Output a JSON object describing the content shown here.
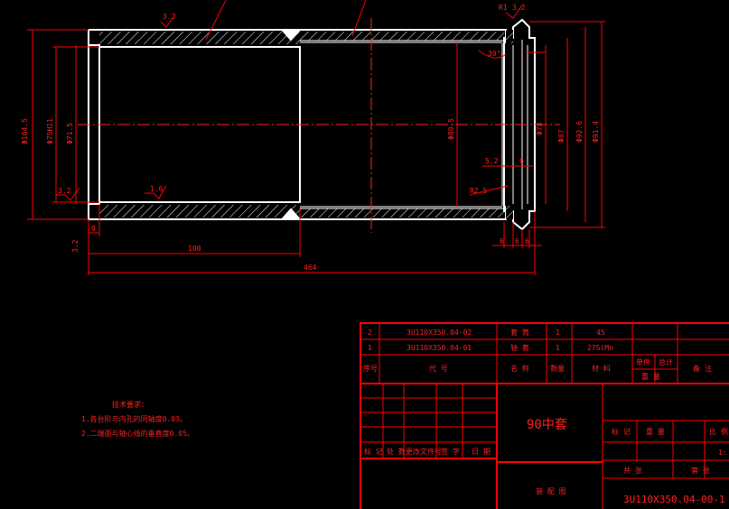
{
  "colors": {
    "background": "#000000",
    "outline": "#ffffff",
    "dimension": "#ff0000"
  },
  "dimensions": {
    "rough_top": "3.2",
    "rough_left": "3.2",
    "rough_bottom": "1.6",
    "rough_ring": "3.2",
    "rough_r1": "R1",
    "chamfer_bevel": "30°",
    "outer_dia": "Φ104.5",
    "bore_dia_1": "Φ75H11",
    "bore_dia_2": "Φ71.5",
    "mid_dia": "Φ89.5",
    "ring_dia_1": "Φ78",
    "ring_dia_2": "Φ87",
    "ring_dia_3": "Φ92.6",
    "ring_dia_4": "Φ91.4",
    "step_small": "5.2",
    "step_6": "6",
    "groove_r": "R2.5",
    "left_9": "9",
    "len_100": "100",
    "total_len": "464",
    "w6_a": "6",
    "w6_b": "6",
    "w6_c": "6"
  },
  "notes": {
    "title": "技术要求：",
    "line1": "1.各台阶与内孔的同轴度0.03。",
    "line2": "2.二端面与轴心线的垂直度0.05。"
  },
  "bom": {
    "rows": [
      {
        "no": "2",
        "code": "3U110X350.04-02",
        "name": "套 筒",
        "qty": "1",
        "material": "45"
      },
      {
        "no": "1",
        "code": "3U110X350.04-01",
        "name": "轴 套",
        "qty": "1",
        "material": "27SiMn"
      }
    ],
    "headers": {
      "no": "序号",
      "code": "代 号",
      "name": "名 称",
      "qty": "数量",
      "material": "材 料",
      "single": "单件",
      "total": "总计",
      "weight": "重 量",
      "remark": "备 注"
    }
  },
  "title_block": {
    "part_name": "90中套",
    "drawing_no": "3U110X350.04-00-1",
    "col_mark": "标 记",
    "col_count": "处 数",
    "col_change": "更改文件号",
    "col_sign": "签 字",
    "col_date": "日 期",
    "stage_label": "标 记",
    "weight_label": "重 量",
    "scale_label": "比 例",
    "scale_value": "1:",
    "sheet_total": "共 张",
    "sheet_no": "第 张",
    "assembly": "装 配 图"
  }
}
